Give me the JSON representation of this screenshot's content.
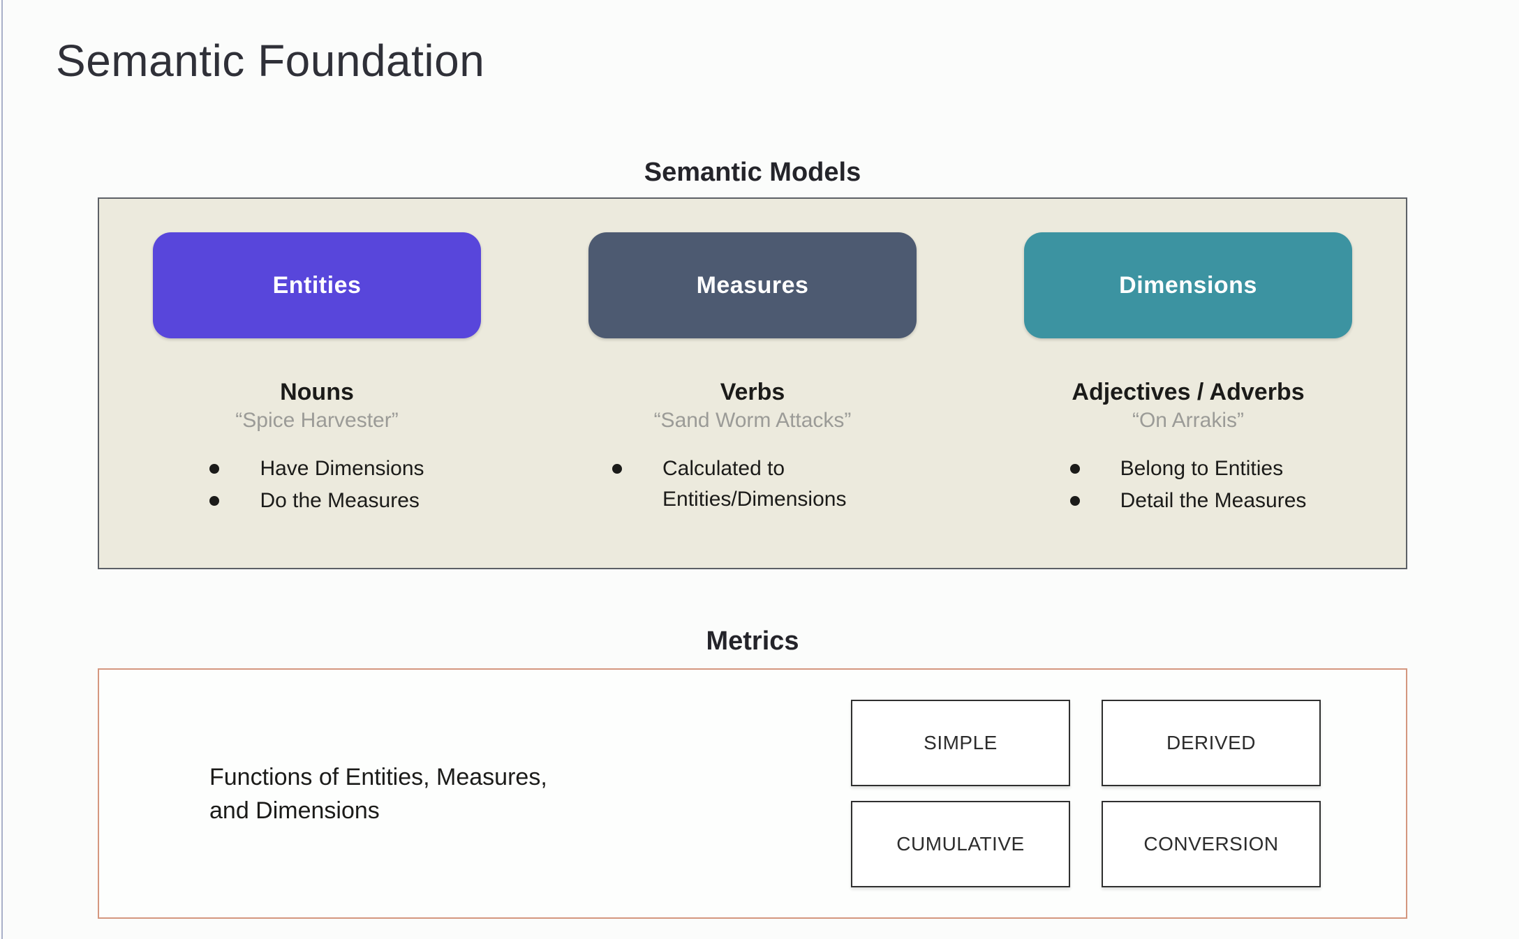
{
  "page": {
    "title": "Semantic Foundation"
  },
  "semantic_models": {
    "heading": "Semantic Models",
    "box_background": "#eceadd",
    "columns": [
      {
        "label": "Entities",
        "color": "#5846db",
        "subtitle": "Nouns",
        "quote": "“Spice Harvester”",
        "bullets": [
          "Have Dimensions",
          "Do the Measures"
        ]
      },
      {
        "label": "Measures",
        "color": "#4d5a71",
        "subtitle": "Verbs",
        "quote": "“Sand Worm Attacks”",
        "bullets": [
          "Calculated to Entities/Dimensions"
        ]
      },
      {
        "label": "Dimensions",
        "color": "#3c93a1",
        "subtitle": "Adjectives / Adverbs",
        "quote": "“On Arrakis”",
        "bullets": [
          "Belong to Entities",
          "Detail the Measures"
        ]
      }
    ]
  },
  "metrics": {
    "heading": "Metrics",
    "border_color": "#d4977f",
    "description": "Functions of Entities, Measures,\nand Dimensions",
    "types": [
      "SIMPLE",
      "DERIVED",
      "CUMULATIVE",
      "CONVERSION"
    ]
  }
}
